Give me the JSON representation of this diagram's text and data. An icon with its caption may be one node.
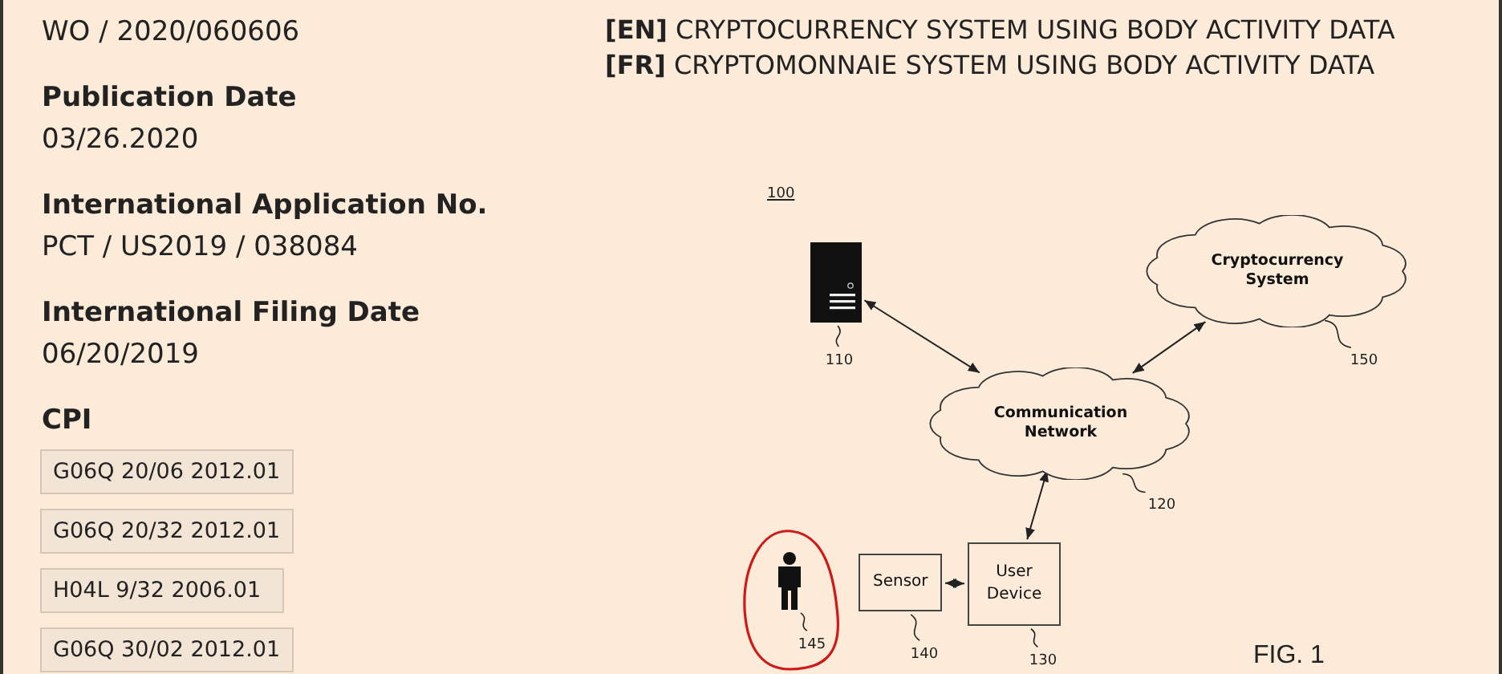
{
  "diagram": {
    "nodes": [
      {
        "text": [
          "G06Q 20/06 2012.01"
        ]
      },
      {
        "text": [
          "G06Q 20/32 2012.01"
        ]
      },
      {
        "text": [
          "H04L 9/32 2006.01"
        ]
      },
      {
        "text": [
          "G06Q 30/02 2012.01"
        ]
      },
      {
        "text": [],
        "shape": "picture"
      },
      {
        "text": [
          "110"
        ]
      },
      {
        "text": [
          "Cryptocurrency System"
        ]
      },
      {
        "text": [
          "150"
        ]
      },
      {
        "text": [
          "Communication Network"
        ]
      },
      {
        "text": [
          "120"
        ]
      },
      {
        "text": [],
        "shape": "circle"
      },
      {
        "text": [],
        "shape": "person",
        "in": 10
      },
      {
        "text": [
          "145"
        ],
        "in": 10
      },
      {
        "text": [
          "Sensor"
        ]
      },
      {
        "text": [
          "140"
        ]
      },
      {
        "text": [
          "User Device"
        ]
      },
      {
        "text": [
          "130"
        ]
      }
    ],
    "edges": [
      {
        "from": 4,
        "to": 8,
        "arrow": "both"
      },
      {
        "from": 8,
        "to": 6,
        "arrow": "both"
      },
      {
        "from": 15,
        "to": 8,
        "arrow": "both"
      },
      {
        "from": 13,
        "to": 15,
        "arrow": "both"
      },
      {
        "from": 5,
        "to": 4,
        "arrow": "none"
      },
      {
        "from": 7,
        "to": 6,
        "arrow": "none"
      },
      {
        "from": 9,
        "to": 8,
        "arrow": "none"
      },
      {
        "from": 12,
        "to": 11,
        "arrow": "none"
      },
      {
        "from": 14,
        "to": 13,
        "arrow": "none"
      },
      {
        "from": 16,
        "to": 15,
        "arrow": "none"
      }
    ],
    "labels": [
      "WO / 2020/060606",
      "Publication Date",
      "03/26.2020",
      "International Application No.",
      "PCT / US2019 / 038084",
      "International Filing Date",
      "06/20/2019",
      "CPI",
      "**[EN]** CRYPTOCURRENCY SYSTEM USING BODY ACTIVITY DATA",
      "**[FR]** CRYPTOMONNAIE SYSTEM USING BODY ACTIVITY DATA",
      "100",
      "FIG. 1"
    ]
  }
}
